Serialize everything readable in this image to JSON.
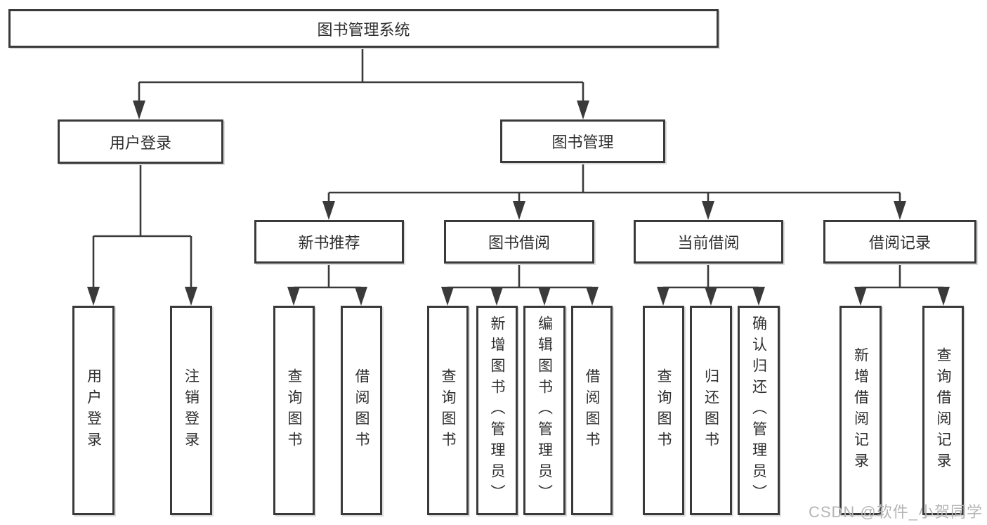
{
  "diagram": {
    "root": "图书管理系统",
    "user_login": {
      "label": "用户登录",
      "children": [
        "用户登录",
        "注销登录"
      ]
    },
    "book_management": {
      "label": "图书管理"
    },
    "new_book": {
      "label": "新书推荐",
      "children": [
        "查询图书",
        "借阅图书"
      ]
    },
    "book_borrow": {
      "label": "图书借阅",
      "children": [
        "查询图书",
        "新增图书（管理员）",
        "编辑图书（管理员）",
        "借阅图书"
      ]
    },
    "current_borrow": {
      "label": "当前借阅",
      "children": [
        "查询图书",
        "归还图书",
        "确认归还（管理员）"
      ]
    },
    "borrow_record": {
      "label": "借阅记录",
      "children": [
        "新增借阅记录",
        "查询借阅记录"
      ]
    }
  },
  "watermark": "CSDN @软件_小贺同学",
  "colors": {
    "line": "#3a3a3a",
    "text": "#2e2e2e",
    "watermark": "#b5b5b5",
    "background": "#ffffff"
  }
}
